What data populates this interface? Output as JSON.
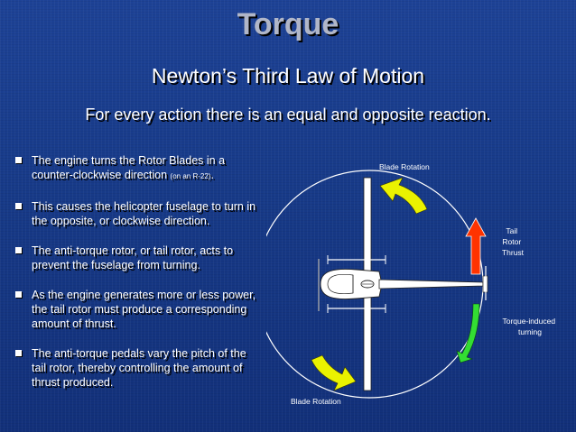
{
  "slide": {
    "title": "Torque",
    "subtitle": "Newton’s Third Law of Motion",
    "tagline": "For every action there is an equal and opposite reaction."
  },
  "bullets": [
    {
      "text": "The engine turns the Rotor Blades in a counter-clockwise direction ",
      "note": "(on an R-22)",
      "tail": "."
    },
    {
      "text": "This causes the helicopter fuselage to turn in the opposite, or clockwise direction."
    },
    {
      "text": "The anti-torque rotor, or tail rotor, acts to prevent the fuselage from turning."
    },
    {
      "text": "As the engine generates more or less power, the tail rotor must produce a corresponding amount of thrust."
    },
    {
      "text": "The anti-torque pedals vary the pitch of the tail rotor, thereby controlling the amount of thrust produced."
    }
  ],
  "diagram": {
    "blade_rotation_top": "Blade Rotation",
    "blade_rotation_bottom": "Blade Rotation",
    "tail_rotor_thrust": [
      "Tail",
      "Rotor",
      "Thrust"
    ],
    "torque_induced": [
      "Torque-induced",
      "turning"
    ],
    "colors": {
      "blade_arrow": "#eaf200",
      "thrust_arrow": "#ff3300",
      "torque_arrow": "#33dd33",
      "circle": "#ffffff"
    }
  }
}
